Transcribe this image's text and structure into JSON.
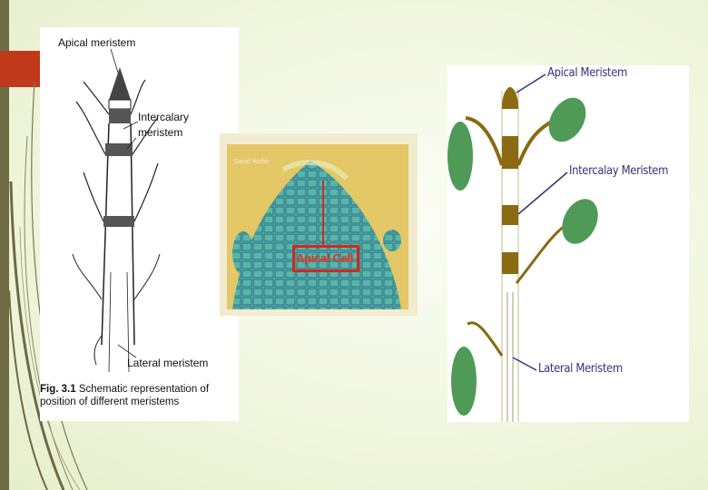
{
  "panel_a": {
    "apical_label": "Apical meristem",
    "intercalary_label_1": "Intercalary",
    "intercalary_label_2": "meristem",
    "lateral_label": "Lateral meristem",
    "fig_number": "Fig. 3.1",
    "caption_rest": " Schematic representation of position of different meristems"
  },
  "panel_b": {
    "credit": "David Webb",
    "apical_cell_label": "Apical Cell"
  },
  "panel_c": {
    "apical_label": "Apical Meristem",
    "intercalary_label": "Intercalay Meristem",
    "lateral_label": "Lateral Meristem"
  },
  "colors": {
    "accent_red": "#c0391b",
    "leaf_green": "#4f9a57",
    "stem_brown": "#8a6a12",
    "label_purple": "#3c2f7a"
  }
}
